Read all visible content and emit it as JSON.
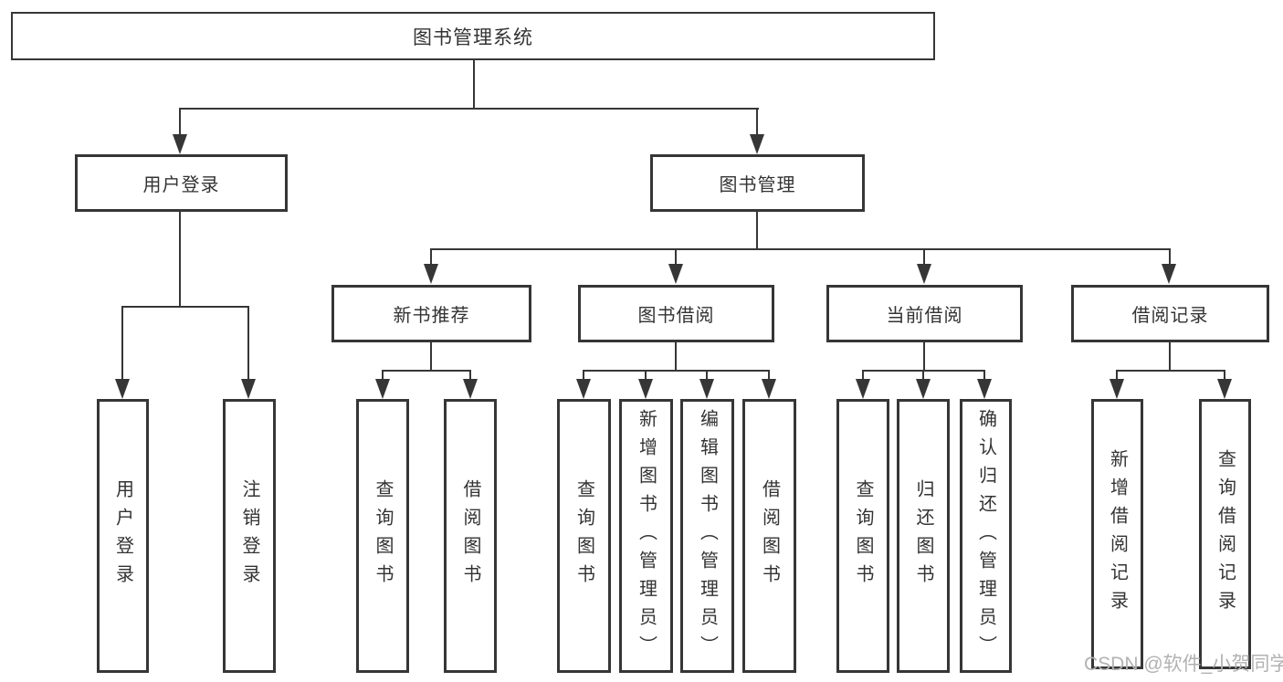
{
  "colors": {
    "line": "#363636",
    "text": "#333333",
    "watermark": "#b2b2b2",
    "background": "#ffffff"
  },
  "root": {
    "label": "图书管理系统"
  },
  "branches": [
    {
      "label": "用户登录",
      "children": [
        {
          "label": "用户登录"
        },
        {
          "label": "注销登录"
        }
      ]
    },
    {
      "label": "图书管理",
      "groups": [
        {
          "label": "新书推荐",
          "children": [
            {
              "label": "查询图书"
            },
            {
              "label": "借阅图书"
            }
          ]
        },
        {
          "label": "图书借阅",
          "children": [
            {
              "label": "查询图书"
            },
            {
              "label": "新增图书（管理员）"
            },
            {
              "label": "编辑图书（管理员）"
            },
            {
              "label": "借阅图书"
            }
          ]
        },
        {
          "label": "当前借阅",
          "children": [
            {
              "label": "查询图书"
            },
            {
              "label": "归还图书"
            },
            {
              "label": "确认归还（管理员）"
            }
          ]
        },
        {
          "label": "借阅记录",
          "children": [
            {
              "label": "新增借阅记录"
            },
            {
              "label": "查询借阅记录"
            }
          ]
        }
      ]
    }
  ],
  "watermark": {
    "label": "CSDN @软件_小贺同学"
  }
}
